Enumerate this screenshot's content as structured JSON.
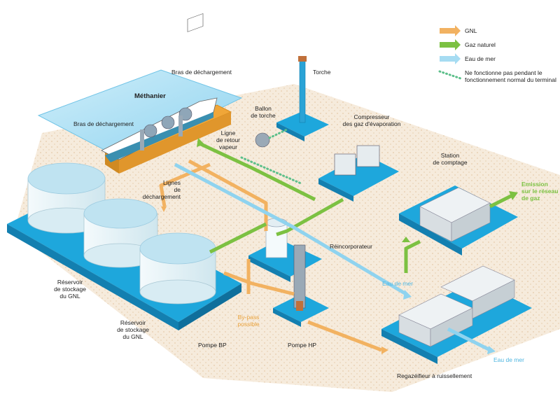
{
  "colors": {
    "lng": "#f2b261",
    "gas": "#7cc142",
    "sea": "#8fd3ef",
    "platform": "#1ea7dc",
    "ground": "#f4e8d8",
    "tank": "#e8f4f8"
  },
  "legend": {
    "lng": "GNL",
    "gas": "Gaz naturel",
    "sea": "Eau de mer",
    "inactive_line1": "Ne fonctionne pas pendant le",
    "inactive_line2": "fonctionnement normal du terminal"
  },
  "labels": {
    "bras_top": "Bras de déchargement",
    "methanier": "Méthanier",
    "bras_left": "Bras de déchargement",
    "torche": "Torche",
    "ballon_1": "Ballon",
    "ballon_2": "de torche",
    "ligne_retour_1": "Ligne",
    "ligne_retour_2": "de retour",
    "ligne_retour_3": "vapeur",
    "compresseur_1": "Compresseur",
    "compresseur_2": "des gaz d'évaporation",
    "station_1": "Station",
    "station_2": "de comptage",
    "emission_1": "Emission",
    "emission_2": "sur le réseau",
    "emission_3": "de gaz",
    "lignes_dech_1": "Lignes",
    "lignes_dech_2": "de",
    "lignes_dech_3": "déchargement",
    "reincorporateur": "Réincorporateur",
    "eau_de_mer_mid": "Eau de mer",
    "eau_de_mer_bottom": "Eau de mer",
    "reservoir_a_1": "Réservoir",
    "reservoir_a_2": "de stockage",
    "reservoir_a_3": "du GNL",
    "reservoir_b_1": "Réservoir",
    "reservoir_b_2": "de stockage",
    "reservoir_b_3": "du GNL",
    "bypass_1": "By-pass",
    "bypass_2": "possible",
    "pompe_bp": "Pompe BP",
    "pompe_hp": "Pompe HP",
    "regazeifieur": "Regazéifieur à ruissellement"
  }
}
